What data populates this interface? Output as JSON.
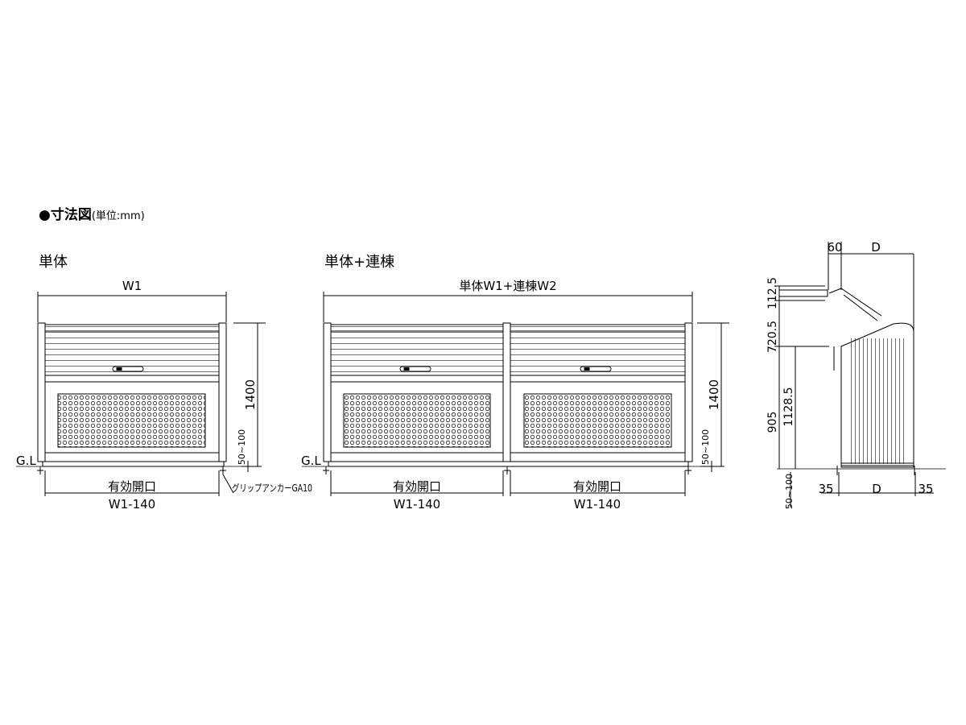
{
  "header": {
    "bullet": "●",
    "title": "寸法図",
    "unit_note": "(単位:mm)"
  },
  "views": {
    "single": {
      "title": "単体",
      "width_label": "W1",
      "height_label": "1400",
      "gap_label": "50~100",
      "gl_label": "G.L",
      "opening_label": "有効開口",
      "opening_dim": "W1-140",
      "anchor_label": "グリップアンカーGA10"
    },
    "linked": {
      "title": "単体+連棟",
      "width_label": "単体W1+連棟W2",
      "height_label": "1400",
      "gap_label": "50~100",
      "gl_label": "G.L",
      "opening_label_1": "有効開口",
      "opening_dim_1": "W1-140",
      "opening_label_2": "有効開口",
      "opening_dim_2": "W1-140"
    },
    "side": {
      "top_dim_60": "60",
      "top_dim_d": "D",
      "dim_112_5": "112.5",
      "dim_720_5": "720.5",
      "dim_1128_5": "1128.5",
      "dim_905": "905",
      "gap_label": "50~100",
      "bottom_35_left": "35",
      "bottom_d": "D",
      "bottom_35_right": "35"
    }
  }
}
